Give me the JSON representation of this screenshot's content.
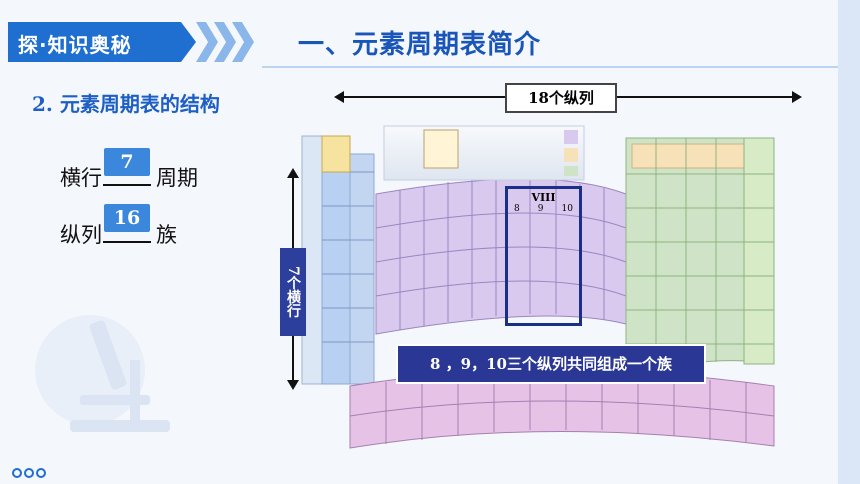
{
  "header": {
    "badge_text": "探·知识奥秘",
    "title": "一、元素周期表简介"
  },
  "section": {
    "heading": "2. 元素周期表的结构"
  },
  "definitions": [
    {
      "prefix": "横行",
      "number": "7",
      "suffix": "周期"
    },
    {
      "prefix": "纵列",
      "number": "16",
      "suffix": "族"
    }
  ],
  "diagram": {
    "columns_label": "18个纵列",
    "rows_label": "7个横行",
    "group_label": "VIII",
    "group_numbers": [
      "8",
      "9",
      "10"
    ],
    "note": "8 ，9，10三个纵列共同组成一个族"
  },
  "colors": {
    "accent": "#1f6fd0",
    "title": "#1a55b8",
    "number_box": "#3b87dc",
    "note_bg": "#2b3794"
  }
}
